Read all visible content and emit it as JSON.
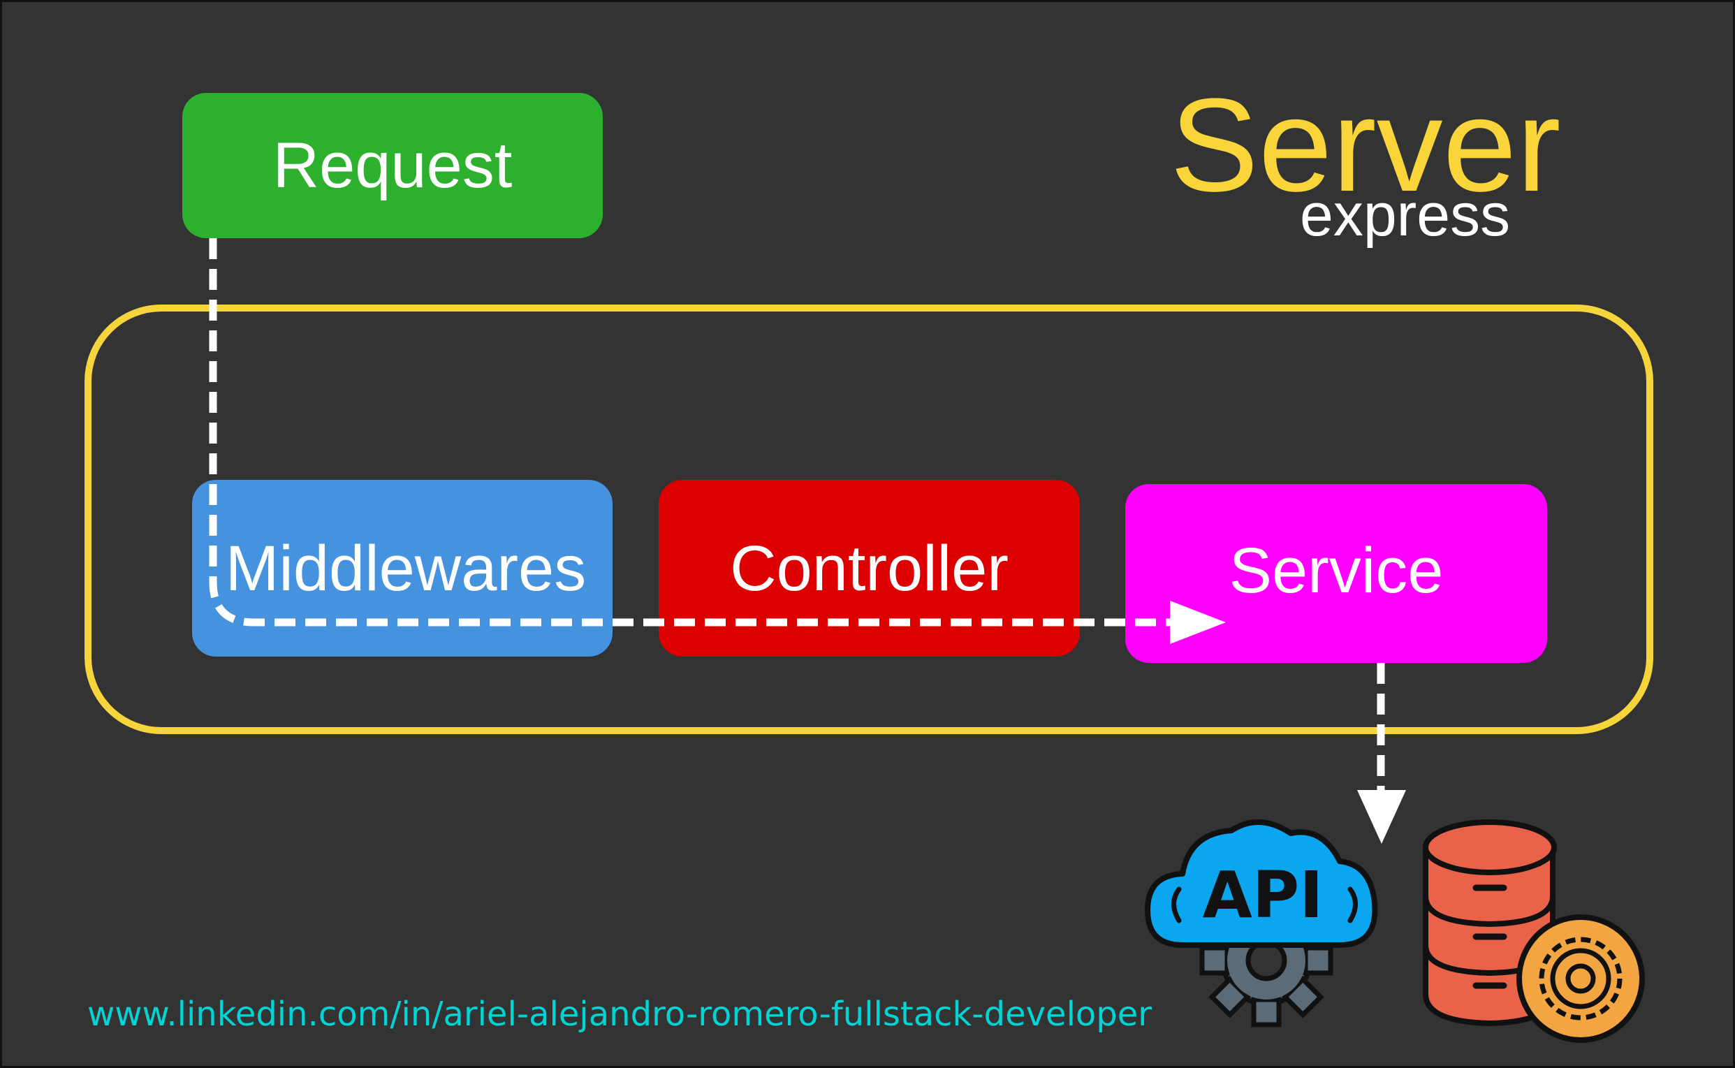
{
  "header": {
    "title": "Server",
    "subtitle": "express"
  },
  "boxes": {
    "request": "Request",
    "middlewares": "Middlewares",
    "controller": "Controller",
    "service": "Service"
  },
  "icons": {
    "api_label": "API",
    "api_icon": "cloud-api-gear-icon",
    "database_icon": "database-gear-icon"
  },
  "footer": {
    "link": "www.linkedin.com/in/ariel-alejandro-romero-fullstack-developer"
  },
  "colors": {
    "background": "#333333",
    "request": "#2db02d",
    "middlewares": "#4592df",
    "controller": "#dd0000",
    "service": "#ff00ff",
    "server_frame": "#f5d43c",
    "server_title": "#fad53a",
    "link": "#00d4d4"
  }
}
